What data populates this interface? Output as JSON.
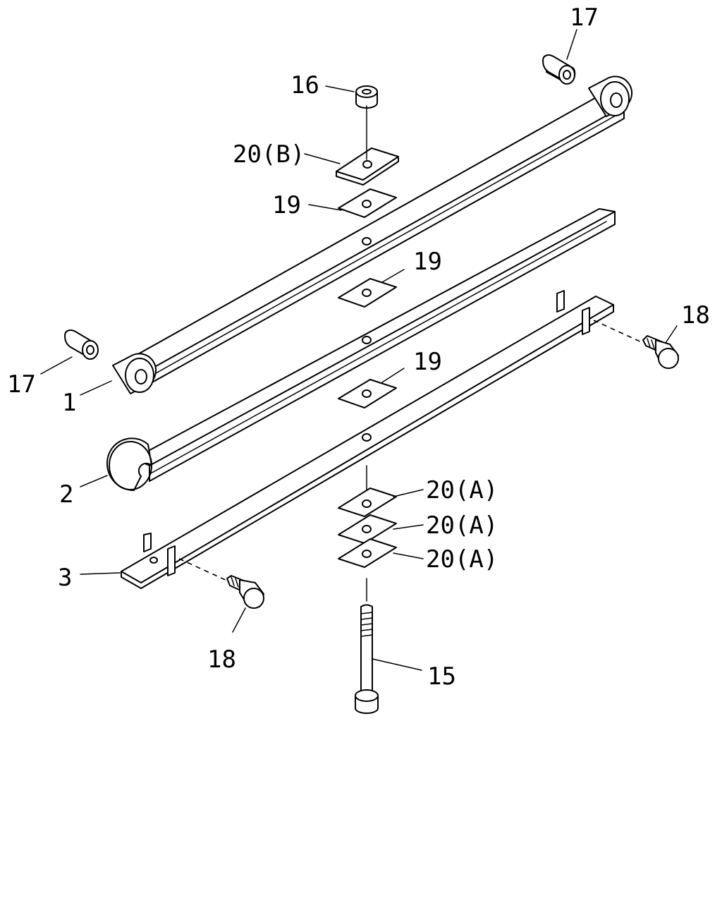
{
  "callouts": {
    "c1": "1",
    "c2": "2",
    "c3": "3",
    "c15": "15",
    "c16": "16",
    "c17_top": "17",
    "c17_left": "17",
    "c18_right": "18",
    "c18_bottom": "18",
    "c19_top": "19",
    "c19_mid": "19",
    "c19_low": "19",
    "c20b": "20(B)",
    "c20a_1": "20(A)",
    "c20a_2": "20(A)",
    "c20a_3": "20(A)"
  }
}
